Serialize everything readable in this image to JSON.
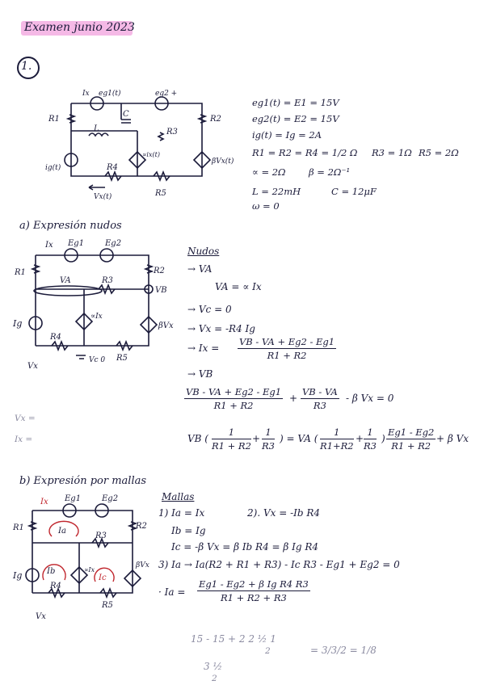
{
  "header": {
    "title": "Examen junio 2023",
    "problem_number": "1."
  },
  "circuit_labels": {
    "ix": "Ix",
    "eg1": "eg1(t)",
    "eg2": "eg2 +",
    "r1": "R1",
    "r2": "R2",
    "r3": "R3",
    "r4": "R4",
    "r5": "R5",
    "l": "L",
    "c": "C",
    "ig": "ig(t)",
    "alpha_ix": "∝ix(t)",
    "beta_vx": "βVx(t)",
    "vx": "Vx(t)"
  },
  "given": {
    "line1": "eg1(t) = E1 = 15V",
    "line2": "eg2(t) = E2 = 15V",
    "line3": "ig(t) = Ig = 2A",
    "line4a": "R1 = R2 = R4 = 1/2 Ω",
    "line4b": "R3 = 1Ω",
    "line4c": "R5 = 2Ω",
    "line5a": "∝ = 2Ω",
    "line5b": "β = 2Ω⁻¹",
    "line6a": "L = 22mH",
    "line6b": "C = 12μF",
    "line7": "ω = 0"
  },
  "part_a": {
    "heading": "a) Expresión nudos",
    "circuit": {
      "ix": "Ix",
      "eg1": "Eg1",
      "eg2": "Eg2",
      "r1": "R1",
      "r2": "R2",
      "r3": "R3",
      "r4": "R4",
      "r5": "R5",
      "va": "VA",
      "vb": "VB",
      "ig": "Ig",
      "alpha_ix": "∝Ix",
      "beta_vx": "βVx",
      "vx": "Vx",
      "vc": "Vc 0"
    },
    "nudos_title": "Nudos",
    "va_label": "→ VA",
    "va_eq": "VA = ∝ Ix",
    "vc_eq": "→ Vc = 0",
    "vx_eq": "→ Vx = -R4 Ig",
    "ix_eq_left": "→ Ix =",
    "ix_num": "VB - VA + Eg2 - Eg1",
    "ix_den": "R1 + R2",
    "vb_label": "→ VB",
    "vb_eq_num1": "VB - VA + Eg2 - Eg1",
    "vb_eq_den1": "R1 + R2",
    "vb_eq_plus": "+",
    "vb_eq_num2": "VB - VA",
    "vb_eq_den2": "R3",
    "vb_eq_tail": "- β Vx = 0",
    "vb2_left": "VB (",
    "vb2_f1_num": "1",
    "vb2_f1_den": "R1 + R2",
    "vb2_plus": "+",
    "vb2_f2_num": "1",
    "vb2_f2_den": "R3",
    "vb2_mid": ") = VA (",
    "vb2_f3_num": "1",
    "vb2_f3_den": "R1+R2",
    "vb2_plus2": "+",
    "vb2_f4_num": "1",
    "vb2_f4_den": "R3",
    "vb2_close": ")",
    "vb2_f5_num": "Eg1 - Eg2",
    "vb2_f5_den": "R1 + R2",
    "vb2_tail": "+ β Vx",
    "faint_left": [
      "Vx =",
      "Ix ="
    ]
  },
  "part_b": {
    "heading": "b) Expresión por mallas",
    "circuit": {
      "ix": "Ix",
      "eg1": "Eg1",
      "eg2": "Eg2",
      "r1": "R1",
      "r2": "R2",
      "r3": "R3",
      "r4": "R4",
      "r5": "R5",
      "ia": "Ia",
      "ib": "Ib",
      "ic": "Ic",
      "ig": "Ig",
      "alpha_ix": "∝Ix",
      "beta_vx": "βVx",
      "vx": "Vx"
    },
    "mallas_title": "Mallas",
    "l1": "1) Ia = Ix",
    "l2": "Ib = Ig",
    "l3": "Ic = -β Vx = β Ib R4 = β Ig R4",
    "l4": "3) Ia → Ia(R2 + R1 + R3) - Ic R3 - Eg1 + Eg2 = 0",
    "l5_left": "· Ia =",
    "l5_num": "Eg1 - Eg2 + β Ig R4 R3",
    "l5_den": "R1 + R2 + R3",
    "l_right": "2). Vx = -Ib R4",
    "scratch1": "15 - 15 + 2 2 ½ 1",
    "scratch1_den": "2",
    "scratch2": "3 ½",
    "scratch2_den": "2",
    "scratch3": "= 3/3/2 = 1/8"
  }
}
